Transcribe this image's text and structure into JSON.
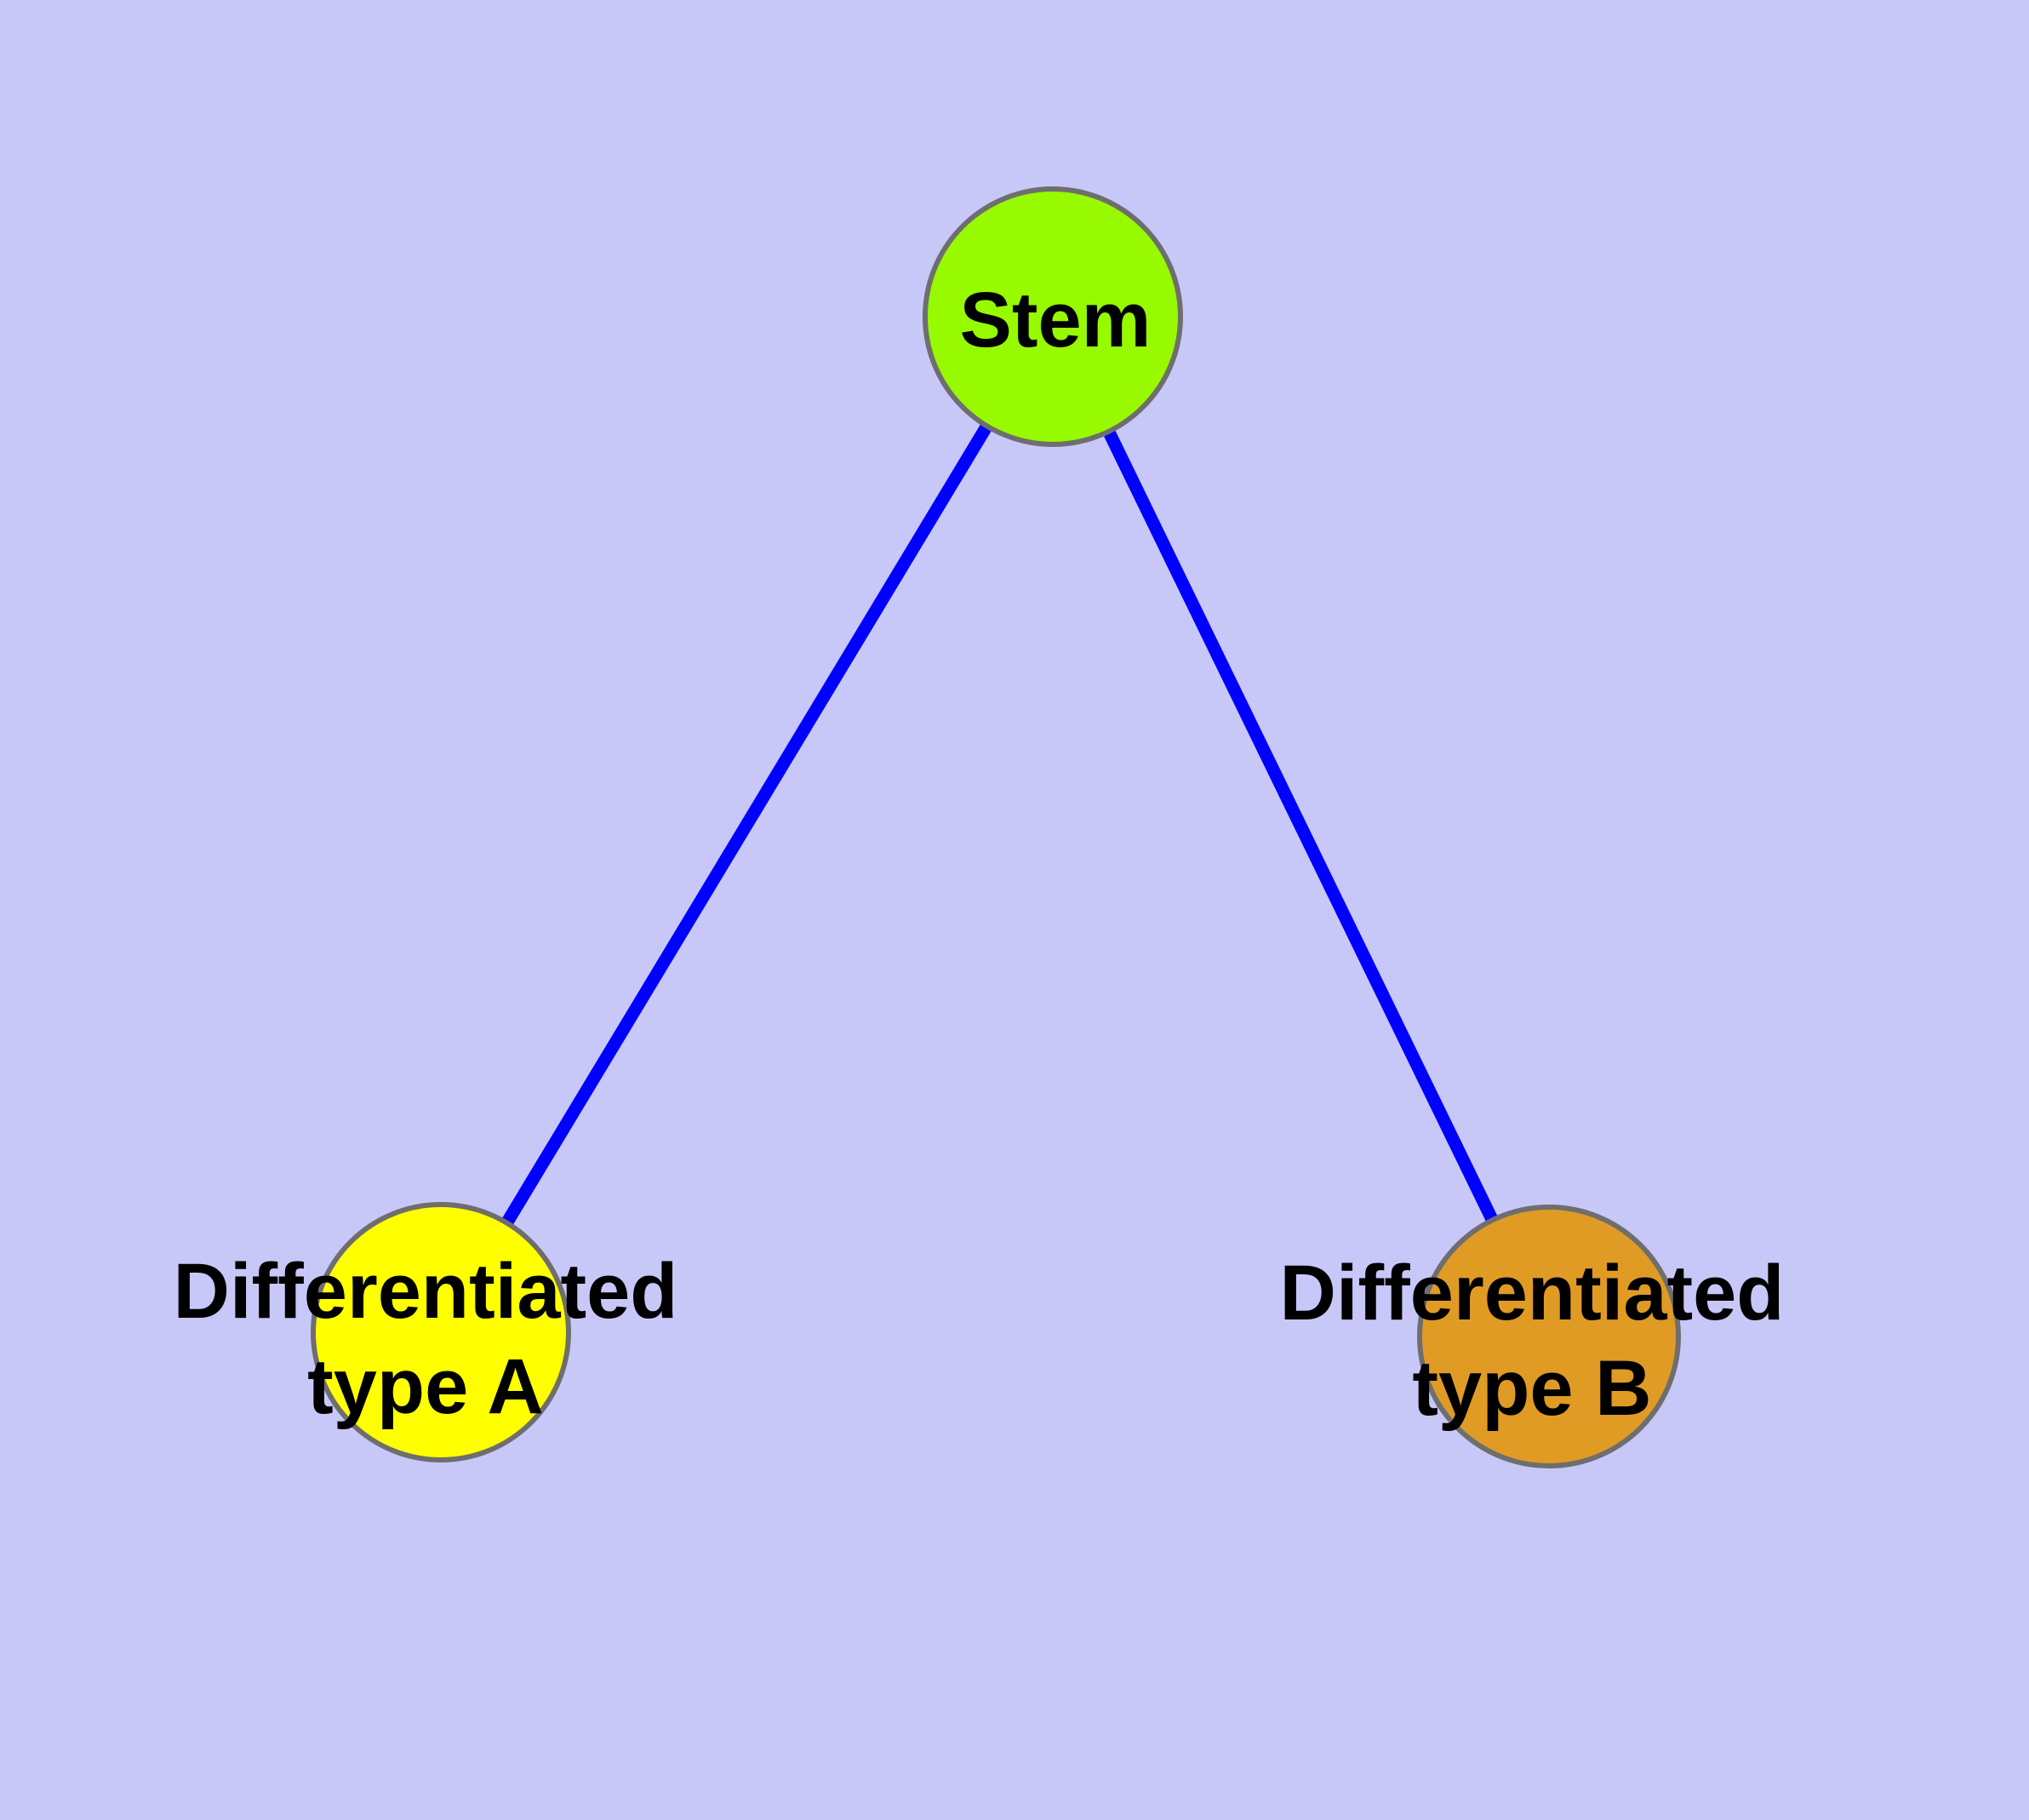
{
  "canvas": {
    "background": "#C8C8F8"
  },
  "diagram": {
    "type": "node-link-graph",
    "description": "Stem cell differentiation tree: one stem node with two differentiated daughter types",
    "edge_color": "#0000FF",
    "node_border_color": "#6E6E6E",
    "label_color": "#000000",
    "nodes": [
      {
        "id": "stem",
        "label": "Stem",
        "fill": "#97FA00"
      },
      {
        "id": "type-a",
        "label": "Differentiated type A",
        "label_line1": "Differentiated",
        "label_line2": "type A",
        "fill": "#FFFF00"
      },
      {
        "id": "type-b",
        "label": "Differentiated type B",
        "label_line1": "Differentiated",
        "label_line2": "type B",
        "fill": "#E09B25"
      }
    ],
    "edges": [
      {
        "from": "stem",
        "to": "type-a"
      },
      {
        "from": "stem",
        "to": "type-b"
      }
    ]
  }
}
